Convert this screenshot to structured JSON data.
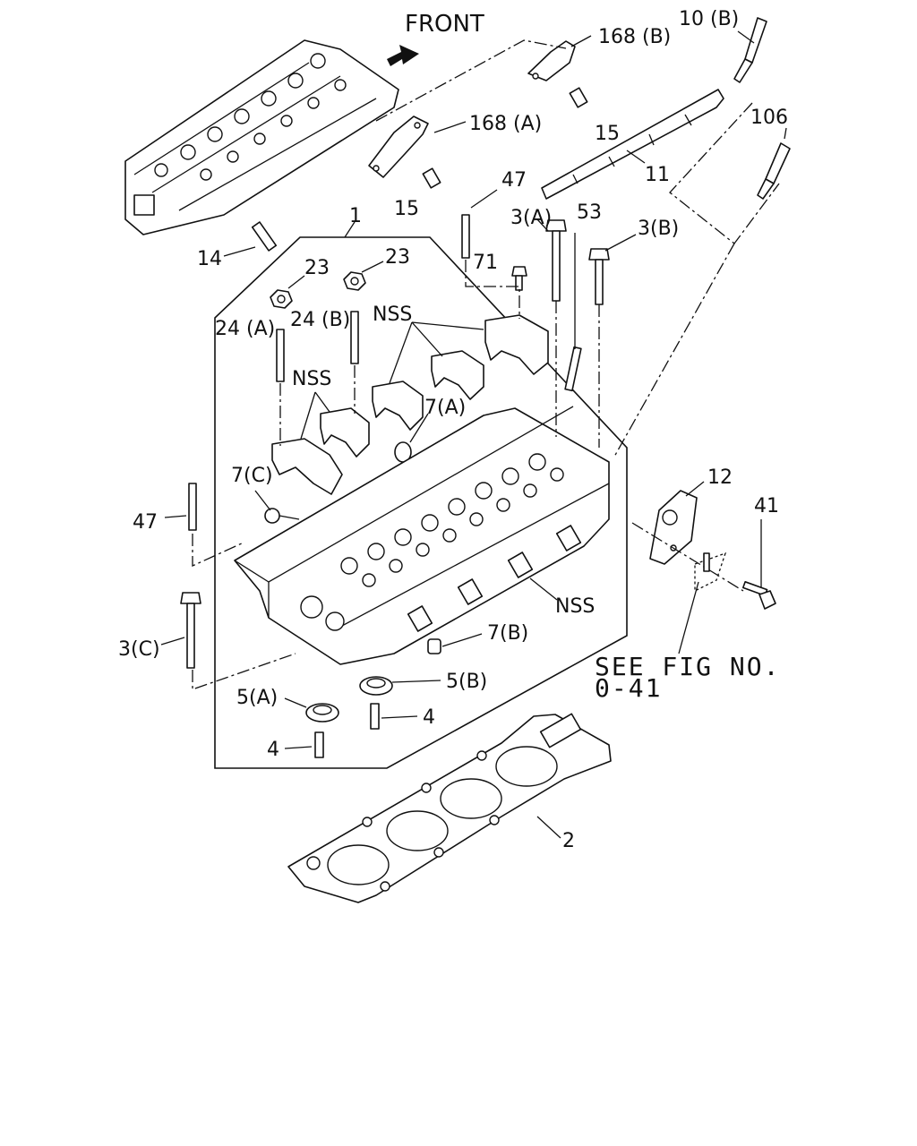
{
  "labels": {
    "front": "FRONT",
    "p168b": "168 (B)",
    "p10b": "10 (B)",
    "p168a": "168 (A)",
    "p15_top": "15",
    "p106": "106",
    "p11": "11",
    "p15_left": "15",
    "p47_top": "47",
    "p14": "14",
    "p1": "1",
    "p3a": "3(A)",
    "p53": "53",
    "p3b": "3(B)",
    "p23_left": "23",
    "p23_right": "23",
    "p71": "71",
    "p24a": "24 (A)",
    "p24b": "24 (B)",
    "nss_top": "NSS",
    "nss_left": "NSS",
    "p7a": "7(A)",
    "p7c": "7(C)",
    "p12": "12",
    "p41": "41",
    "p47_left": "47",
    "nss_right": "NSS",
    "p3c": "3(C)",
    "p7b": "7(B)",
    "see_fig_line1": "SEE FIG NO.",
    "see_fig_line2": "0-41",
    "p5a": "5(A)",
    "p5b": "5(B)",
    "p4_right": "4",
    "p4_left": "4",
    "p2": "2"
  }
}
